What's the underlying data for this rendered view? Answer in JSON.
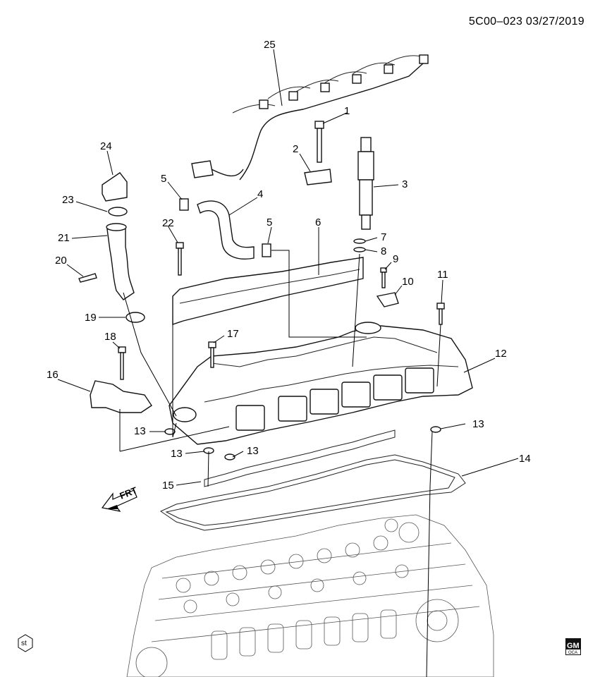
{
  "header": {
    "doc_code": "5C00–023",
    "date": "03/27/2019"
  },
  "callouts": [
    "1",
    "2",
    "3",
    "4",
    "5",
    "5",
    "6",
    "7",
    "8",
    "9",
    "10",
    "11",
    "12",
    "13",
    "13",
    "13",
    "13",
    "14",
    "15",
    "16",
    "17",
    "18",
    "19",
    "20",
    "21",
    "22",
    "23",
    "24",
    "25"
  ],
  "frt_label": "FRT",
  "st_badge": "st",
  "gm_logo": {
    "text": "GM",
    "sub": "OCA"
  }
}
